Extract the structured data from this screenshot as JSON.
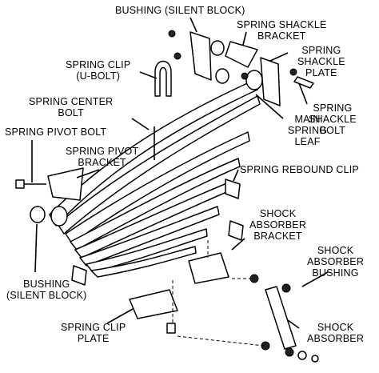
{
  "labels": {
    "bushing_top": "BUSHING (SILENT BLOCK)",
    "spring_shackle_bracket": "SPRING SHACKLE\nBRACKET",
    "spring_shackle_plate": "SPRING\nSHACKLE\nPLATE",
    "spring_clip_ubolt": "SPRING CLIP\n(U-BOLT)",
    "spring_center_bolt": "SPRING CENTER\nBOLT",
    "main_spring_leaf": "MAIN\nSPRING\nLEAF",
    "spring_shackle_bolt": "SPRING\nSHACKLE\nBOLT",
    "spring_pivot_bolt": "SPRING PIVOT BOLT",
    "spring_pivot_bracket": "SPRING PIVOT\nBRACKET",
    "spring_rebound_clip": "SPRING REBOUND CLIP",
    "shock_absorber_bracket": "SHOCK\nABSORBER\nBRACKET",
    "shock_absorber_bushing": "SHOCK\nABSORBER\nBUSHING",
    "bushing_bottom": "BUSHING\n(SILENT BLOCK)",
    "spring_clip_plate": "SPRING CLIP\nPLATE",
    "shock_absorber": "SHOCK\nABSORBER"
  }
}
